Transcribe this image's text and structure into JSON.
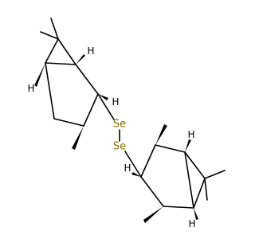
{
  "molecule": {
    "atoms": {
      "se1": "Se",
      "se2": "Se",
      "h": "H"
    },
    "colors": {
      "bond": "#000000",
      "selenium": "#8a6d00",
      "hydrogen": "#000000",
      "background": "#ffffff"
    }
  }
}
